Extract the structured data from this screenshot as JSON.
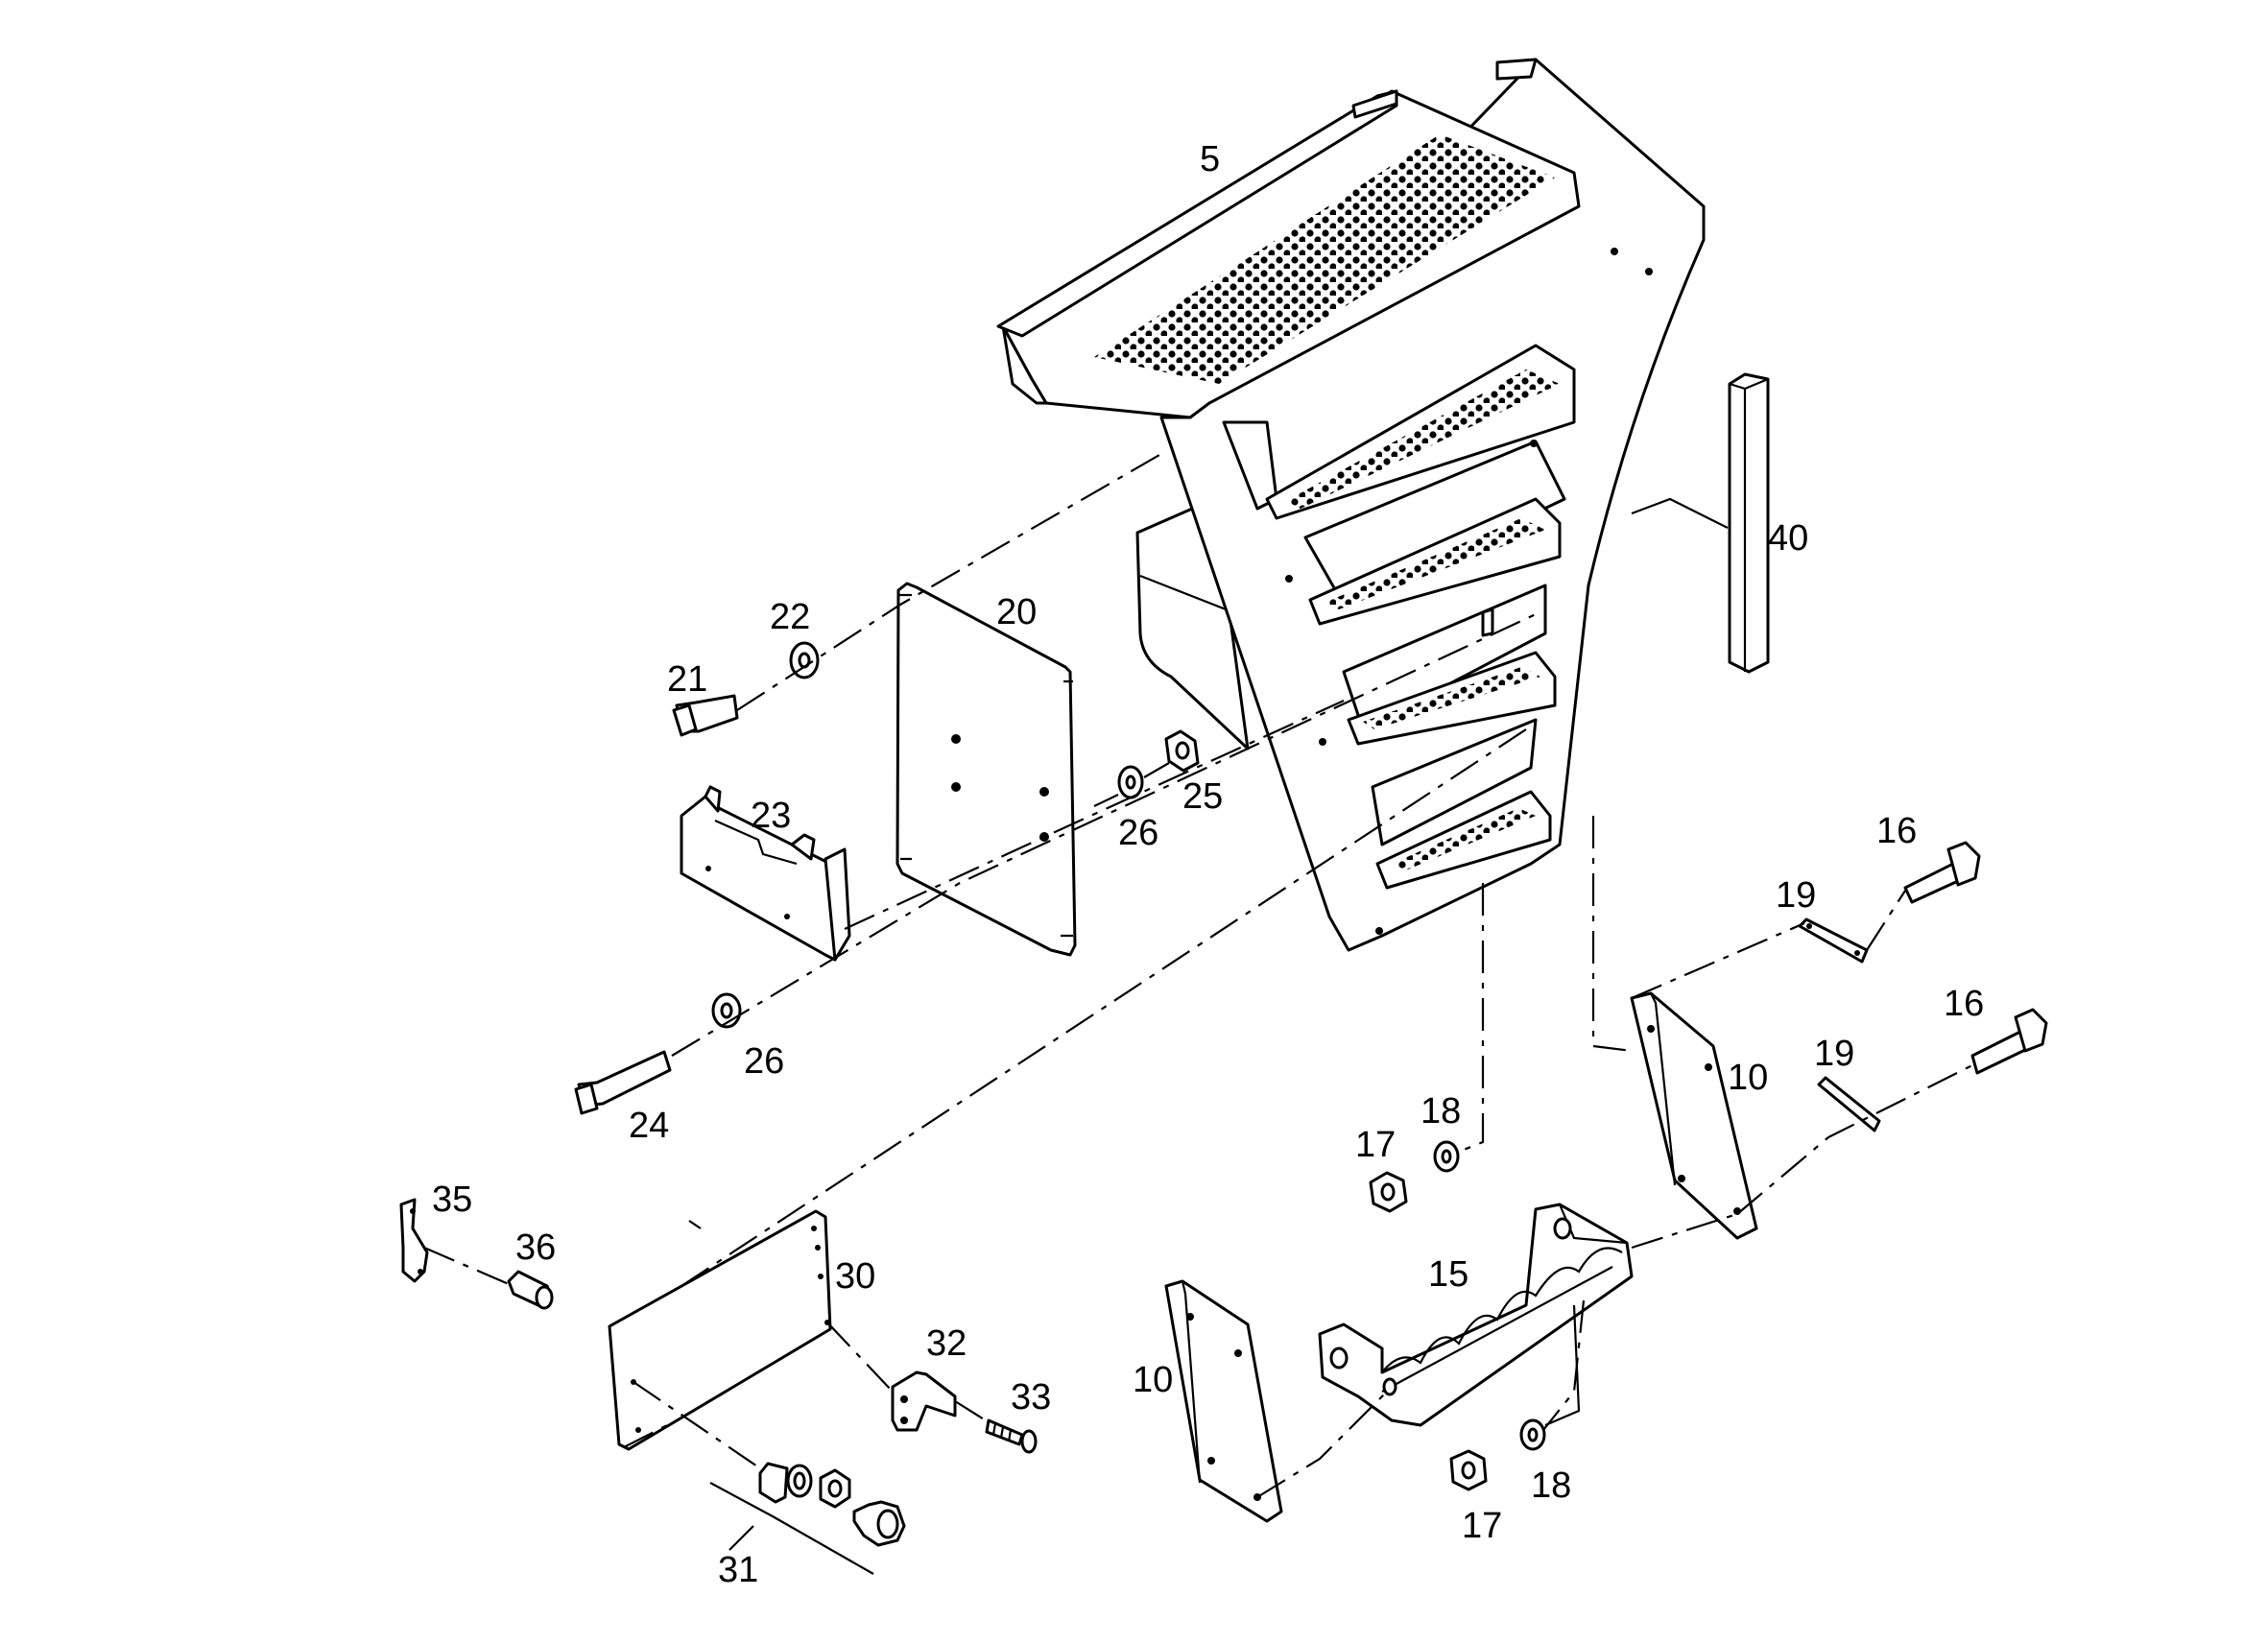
{
  "colors": {
    "line": "#000000",
    "background": "#ffffff"
  },
  "callouts": {
    "c5": "5",
    "c40": "40",
    "c20": "20",
    "c22": "22",
    "c21": "21",
    "c23": "23",
    "c25": "25",
    "c26a": "26",
    "c26b": "26",
    "c24": "24",
    "c16a": "16",
    "c16b": "16",
    "c19a": "19",
    "c19b": "19",
    "c10a": "10",
    "c10b": "10",
    "c18a": "18",
    "c18b": "18",
    "c17a": "17",
    "c17b": "17",
    "c15": "15",
    "c35": "35",
    "c36": "36",
    "c30": "30",
    "c32": "32",
    "c33": "33",
    "c31": "31"
  }
}
